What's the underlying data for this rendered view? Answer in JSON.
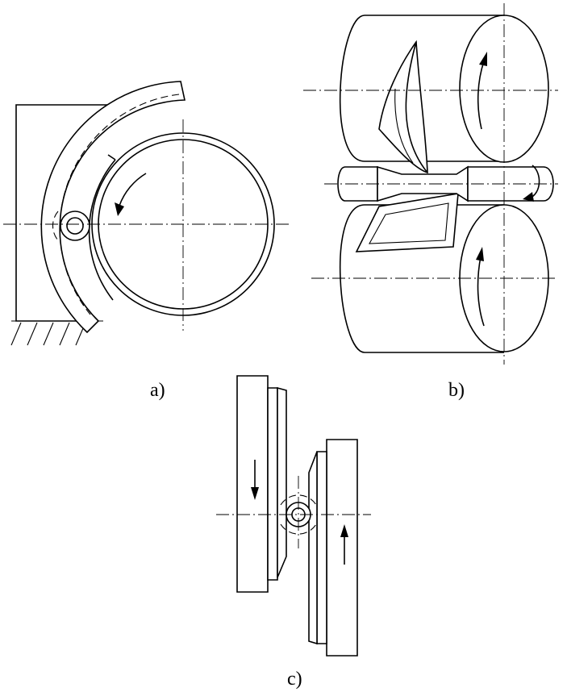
{
  "figure": {
    "panels": [
      {
        "id": "a",
        "caption": "a)"
      },
      {
        "id": "b",
        "caption": "b)"
      },
      {
        "id": "c",
        "caption": "c)"
      }
    ]
  }
}
